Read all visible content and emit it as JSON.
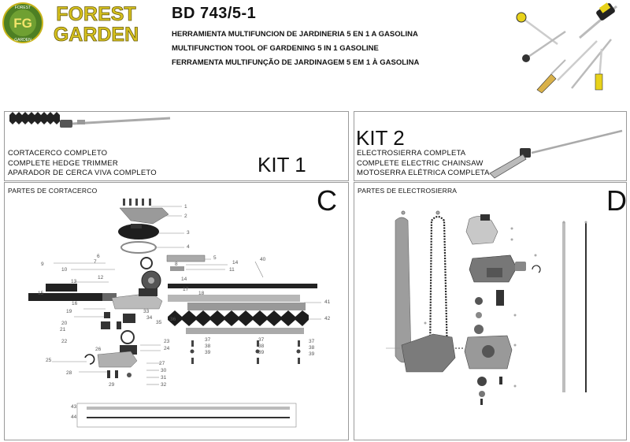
{
  "brand": {
    "monogram": "FG",
    "ring_top": "FOREST",
    "ring_bottom": "GARDEN",
    "word1": "FOREST",
    "word2": "GARDEN"
  },
  "model": "BD 743/5-1",
  "titles": {
    "es": "HERRAMIENTA MULTIFUNCION DE JARDINERIA 5 EN 1 A GASOLINA",
    "en": "MULTIFUNCTION TOOL OF GARDENING 5 IN 1 GASOLINE",
    "pt": "FERRAMENTA MULTIFUNÇÃO DE JARDINAGEM 5 EM 1 À GASOLINA"
  },
  "kit1": {
    "label": "KIT 1",
    "names": [
      "CORTACERCO COMPLETO",
      "COMPLETE HEDGE TRIMMER",
      "APARADOR DE CERCA VIVA COMPLETO"
    ]
  },
  "kit2": {
    "label": "KIT 2",
    "names": [
      "ELECTROSIERRA COMPLETA",
      "COMPLETE ELECTRIC CHAINSAW",
      "MOTOSERRA ELÉTRICA COMPLETA"
    ]
  },
  "partsC": {
    "title": "PARTES DE CORTACERCO",
    "letter": "C",
    "numbers": [
      "1",
      "2",
      "3",
      "4",
      "5",
      "6",
      "7",
      "8",
      "9",
      "10",
      "11",
      "12",
      "13",
      "14",
      "14",
      "15",
      "16",
      "17",
      "18",
      "19",
      "20",
      "21",
      "22",
      "23",
      "24",
      "25",
      "26",
      "27",
      "28",
      "29",
      "30",
      "31",
      "32",
      "33",
      "34",
      "35",
      "36",
      "37",
      "37",
      "37",
      "38",
      "38",
      "38",
      "39",
      "39",
      "39",
      "40",
      "41",
      "42",
      "43",
      "44"
    ]
  },
  "partsD": {
    "title": "PARTES DE ELECTROSIERRA",
    "letter": "D"
  },
  "colors": {
    "brand_green": "#5b8c2a",
    "brand_yellow": "#d4c21a",
    "panel_border": "#9a9a9a",
    "part_grey": "#8a8a8a",
    "part_dark": "#222222"
  }
}
